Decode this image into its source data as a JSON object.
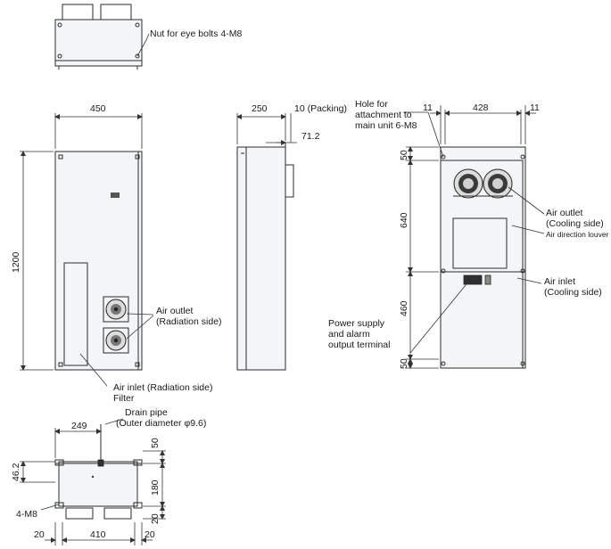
{
  "annotations": {
    "eye_bolts": "Nut for eye bolts 4-M8",
    "hole_attach_1": "Hole for",
    "hole_attach_2": "attachment to",
    "hole_attach_3": "main unit 6-M8",
    "air_outlet_rad_1": "Air outlet",
    "air_outlet_rad_2": "(Radiation side)",
    "air_inlet_rad_1": "Air inlet (Radiation side)",
    "air_inlet_rad_2": "Filter",
    "air_outlet_cool_1": "Air outlet",
    "air_outlet_cool_2": "(Cooling side)",
    "louver": "Air direction louver",
    "air_inlet_cool_1": "Air inlet",
    "air_inlet_cool_2": "(Cooling side)",
    "power_1": "Power supply",
    "power_2": "and alarm",
    "power_3": "output terminal",
    "drain_1": "Drain pipe",
    "drain_2": "(Outer diameter φ9.6)",
    "m8_bottom": "4-M8"
  },
  "dimensions": {
    "front_width": "450",
    "front_height": "1200",
    "side_depth": "250",
    "packing": "10 (Packing)",
    "side_offset": "71.2",
    "rear_width": "428",
    "rear_margin_left": "11",
    "rear_margin_right": "11",
    "rear_v1": "50",
    "rear_v2": "640",
    "rear_v3": "460",
    "rear_v4": "50",
    "bottom_drain_x": "249",
    "bottom_top": "50",
    "bottom_mid": "180",
    "bottom_bot": "20",
    "bottom_offset": "46.2",
    "bottom_left": "20",
    "bottom_width": "410",
    "bottom_right": "20"
  }
}
